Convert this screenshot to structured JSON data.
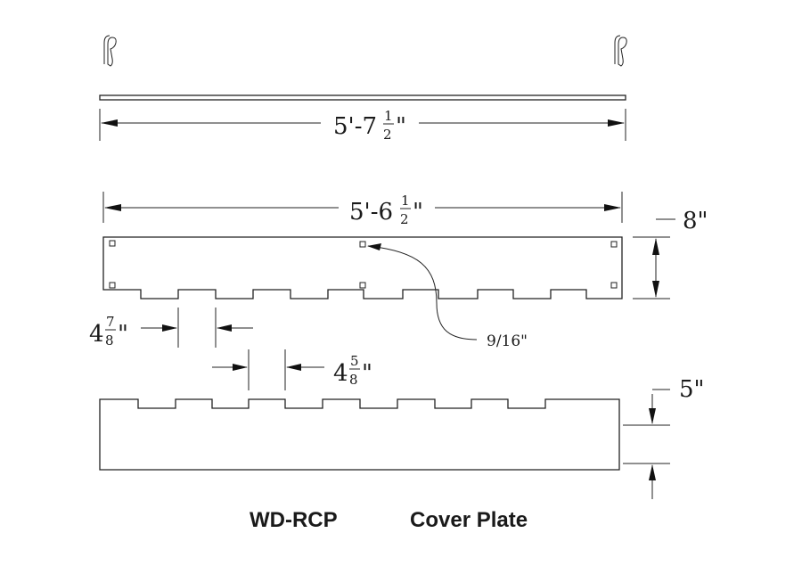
{
  "dimensions": {
    "overall_length": {
      "feet": "5'-7",
      "num": "1",
      "den": "2",
      "inch": "\""
    },
    "plate_length": {
      "feet": "5'-6",
      "num": "1",
      "den": "2",
      "inch": "\""
    },
    "plate_height": "8\"",
    "bottom_height": "5\"",
    "hole_size": "9/16\"",
    "notch_width": {
      "whole": "4",
      "num": "7",
      "den": "8",
      "inch": "\""
    },
    "tab_width": {
      "whole": "4",
      "num": "5",
      "den": "8",
      "inch": "\""
    }
  },
  "title": {
    "model": "WD-RCP",
    "name": "Cover Plate"
  },
  "icons": [
    "hitch-pin-clip-icon",
    "hitch-pin-clip-icon"
  ],
  "colors": {
    "line": "#222222",
    "background": "#ffffff"
  }
}
